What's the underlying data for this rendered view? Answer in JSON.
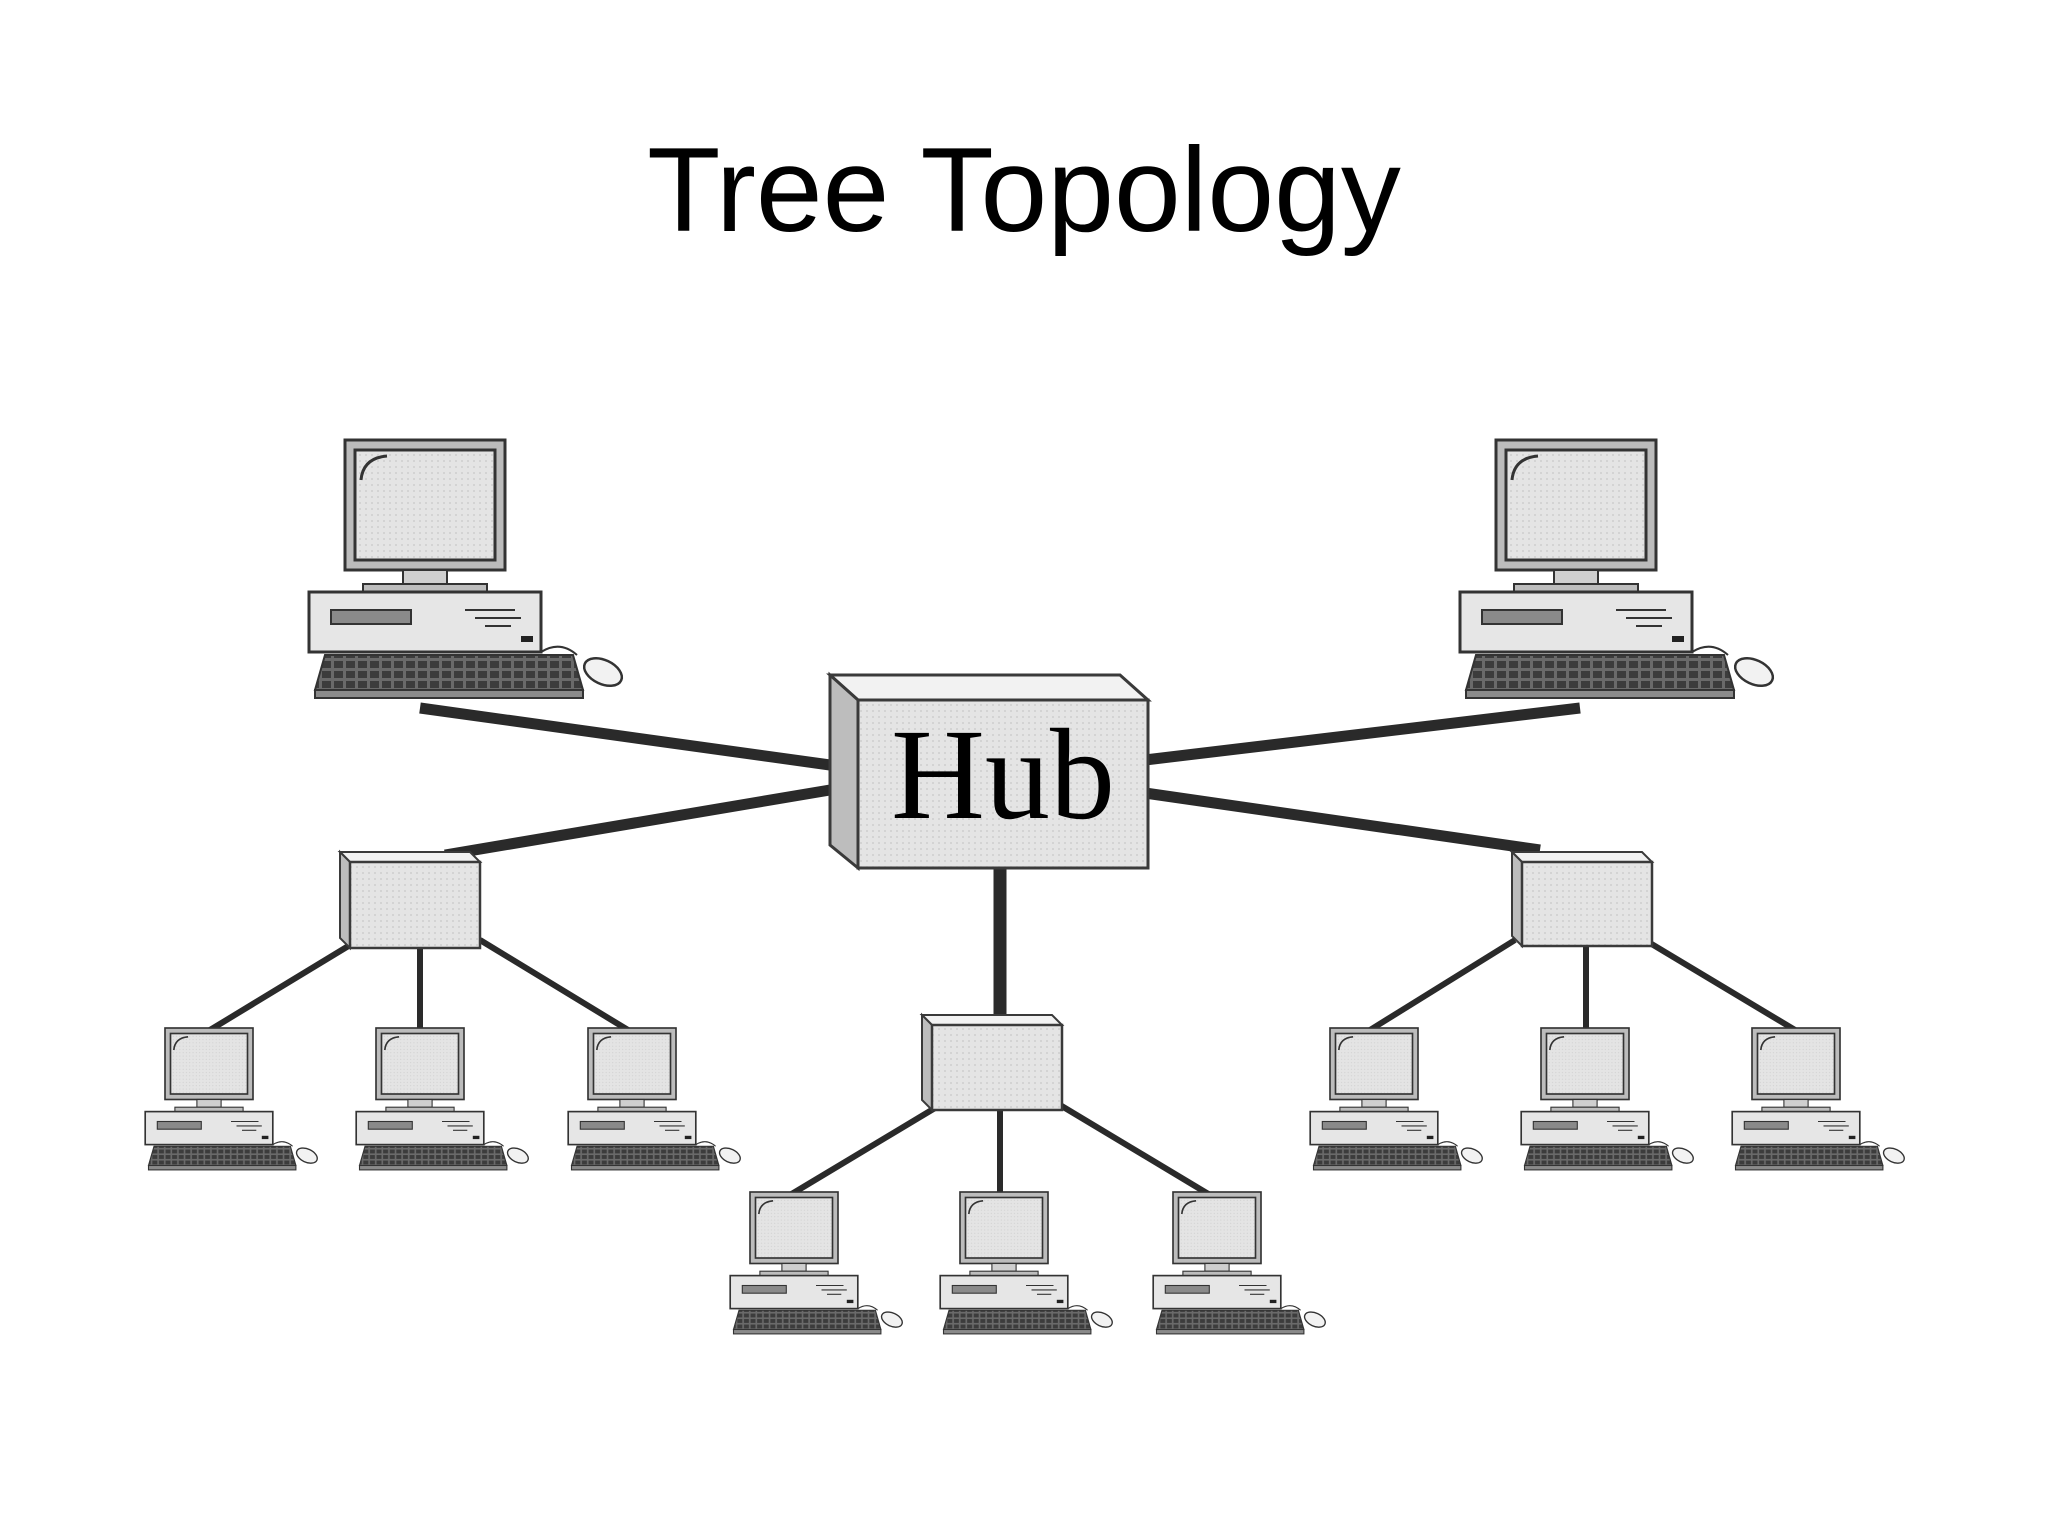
{
  "title": "Tree Topology",
  "hub_label": "Hub",
  "colors": {
    "background": "#ffffff",
    "text": "#000000",
    "cable": "#2a2a2a",
    "device_fill": "#e6e6e6",
    "device_stroke": "#3a3a3a",
    "screen_fill": "#dcdcdc",
    "keyboard_fill": "#5a5a5a"
  },
  "icons": {
    "hub": "network-hub-icon",
    "sub_hub": "network-switch-icon",
    "computer": "desktop-computer-icon"
  },
  "diagram": {
    "root": "Hub",
    "top_level_computers": 2,
    "sub_hubs": 3,
    "computers_per_sub_hub": 3
  }
}
